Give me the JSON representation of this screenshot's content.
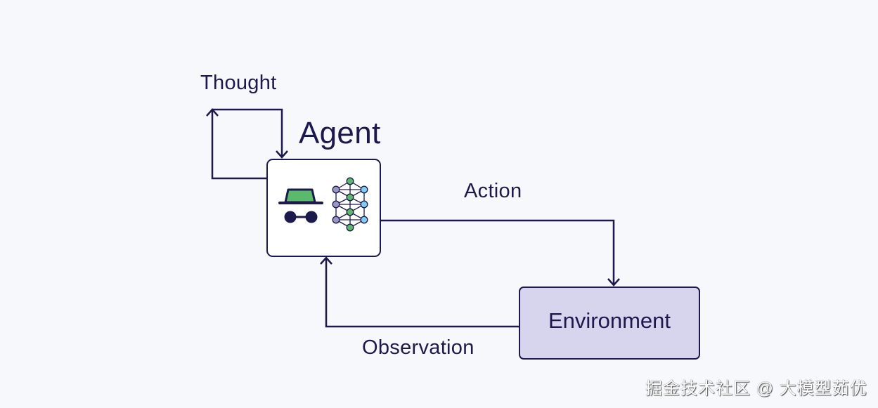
{
  "diagram": {
    "labels": {
      "thought": "Thought",
      "agent": "Agent",
      "action": "Action",
      "observation": "Observation",
      "environment": "Environment"
    },
    "icons": {
      "agent_icon": "spy-hat-glasses-icon",
      "model_icon": "neural-network-icon"
    },
    "colors": {
      "stroke": "#1c1a4d",
      "environment_fill": "#d7d4ee",
      "hat_green": "#5ab96a",
      "node_purple": "#9a96c4",
      "node_green": "#5ab96a",
      "node_blue": "#7fcdf0",
      "background": "#f7f8fc"
    },
    "edges": [
      {
        "from": "Agent",
        "to": "Agent",
        "label": "Thought"
      },
      {
        "from": "Agent",
        "to": "Environment",
        "label": "Action"
      },
      {
        "from": "Environment",
        "to": "Agent",
        "label": "Observation"
      }
    ]
  },
  "watermark": "掘金技术社区 @ 大模型茹优"
}
